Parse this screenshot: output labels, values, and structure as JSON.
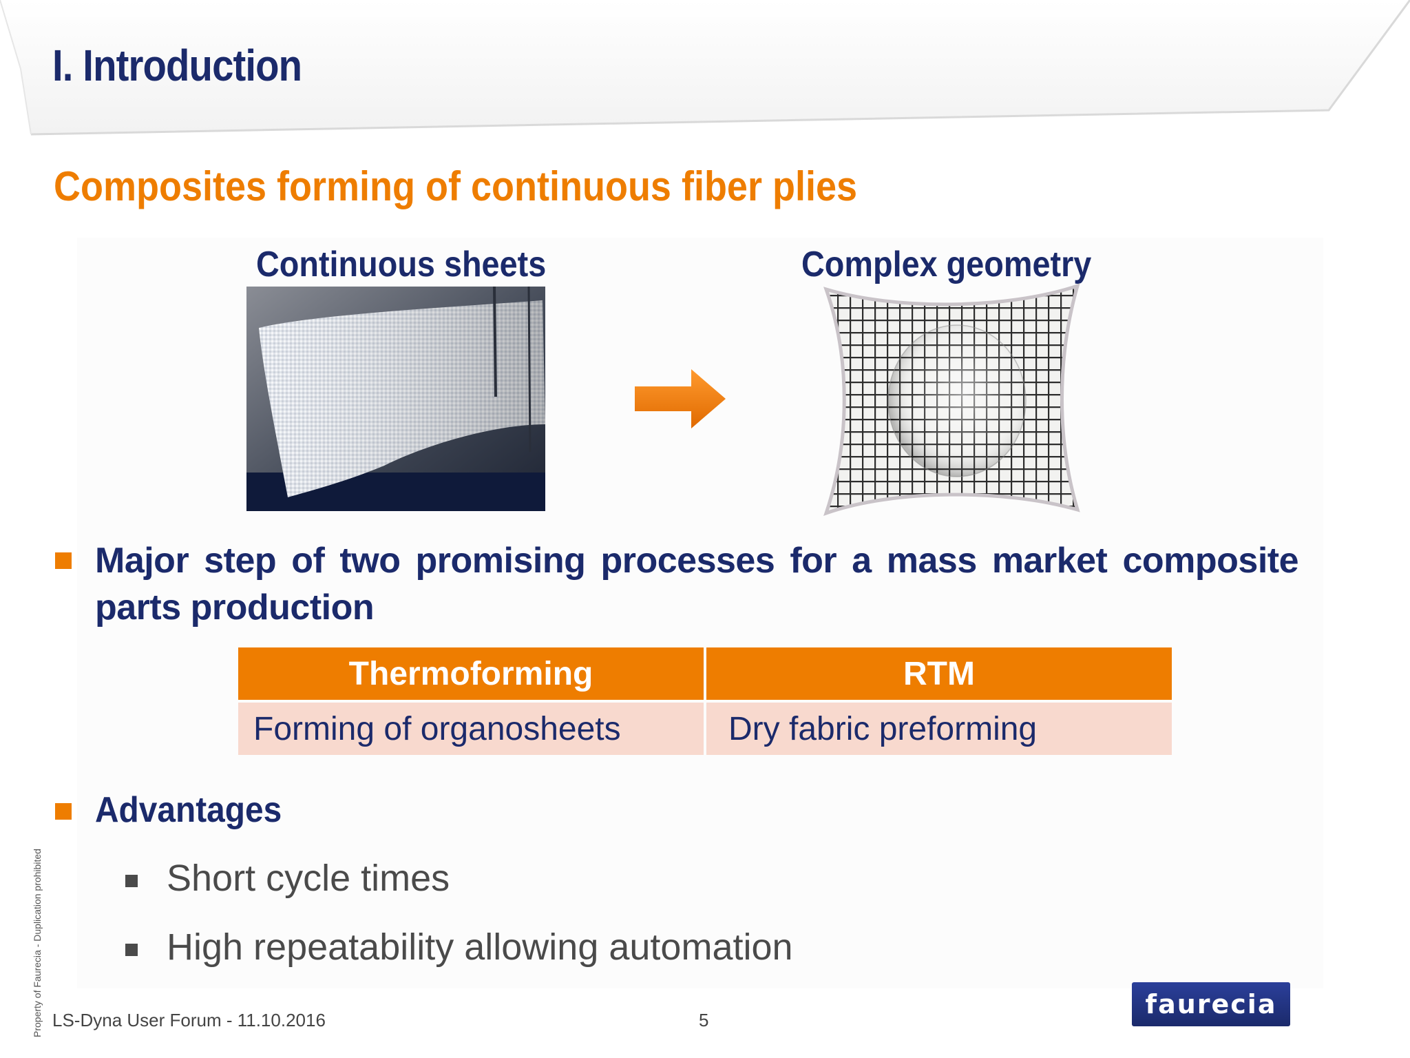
{
  "slide": {
    "title": "I. Introduction",
    "subtitle": "Composites forming of continuous fiber plies"
  },
  "images": {
    "left_caption": "Continuous sheets",
    "right_caption": "Complex geometry"
  },
  "main_bullet": "Major step of two promising processes for a mass market composite parts production",
  "table": {
    "headers": [
      "Thermoforming",
      "RTM"
    ],
    "row": [
      "Forming of organosheets",
      "Dry fabric preforming"
    ]
  },
  "advantages": {
    "heading": "Advantages",
    "items": [
      "Short cycle times",
      "High repeatability allowing automation"
    ]
  },
  "footer": {
    "event": "LS-Dyna User Forum - 11.10.2016",
    "page": "5",
    "side_note": "Property of Faurecia - Duplication prohibited",
    "logo_text": "faurecia"
  },
  "colors": {
    "navy": "#1b2a6b",
    "orange": "#ee7d00",
    "table_row": "#f8d9ce"
  },
  "icons": {
    "arrow": "arrow-right-icon",
    "bullet": "square-bullet-icon"
  }
}
